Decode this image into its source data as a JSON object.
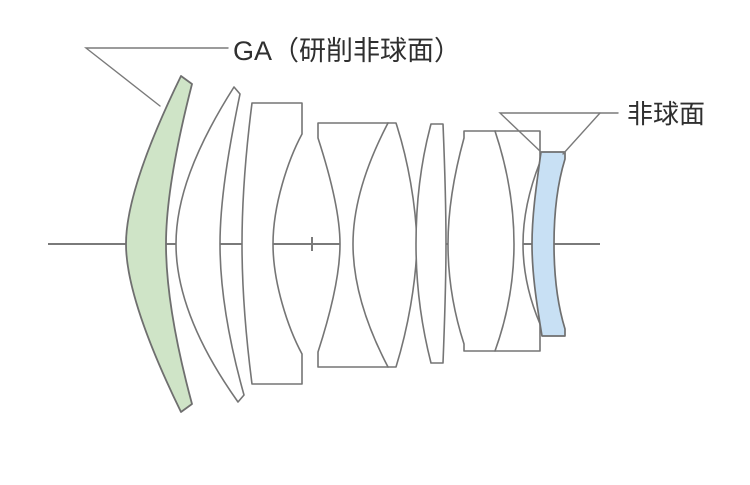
{
  "diagram": {
    "type": "lens-construction-diagram",
    "element_count": 9,
    "labels": {
      "ga_label": "GA（研削非球面）",
      "aspherical_label": "非球面"
    },
    "highlighted_elements": {
      "ga_ground_aspherical": "front large meniscus element (green)",
      "aspherical": "rear thin meniscus element (blue)"
    }
  },
  "colors": {
    "ga_fill": "#cfe4c7",
    "aspherical_fill": "#c8e0f4",
    "line": "#757575",
    "text": "#2f2f2f",
    "background": "#ffffff"
  }
}
